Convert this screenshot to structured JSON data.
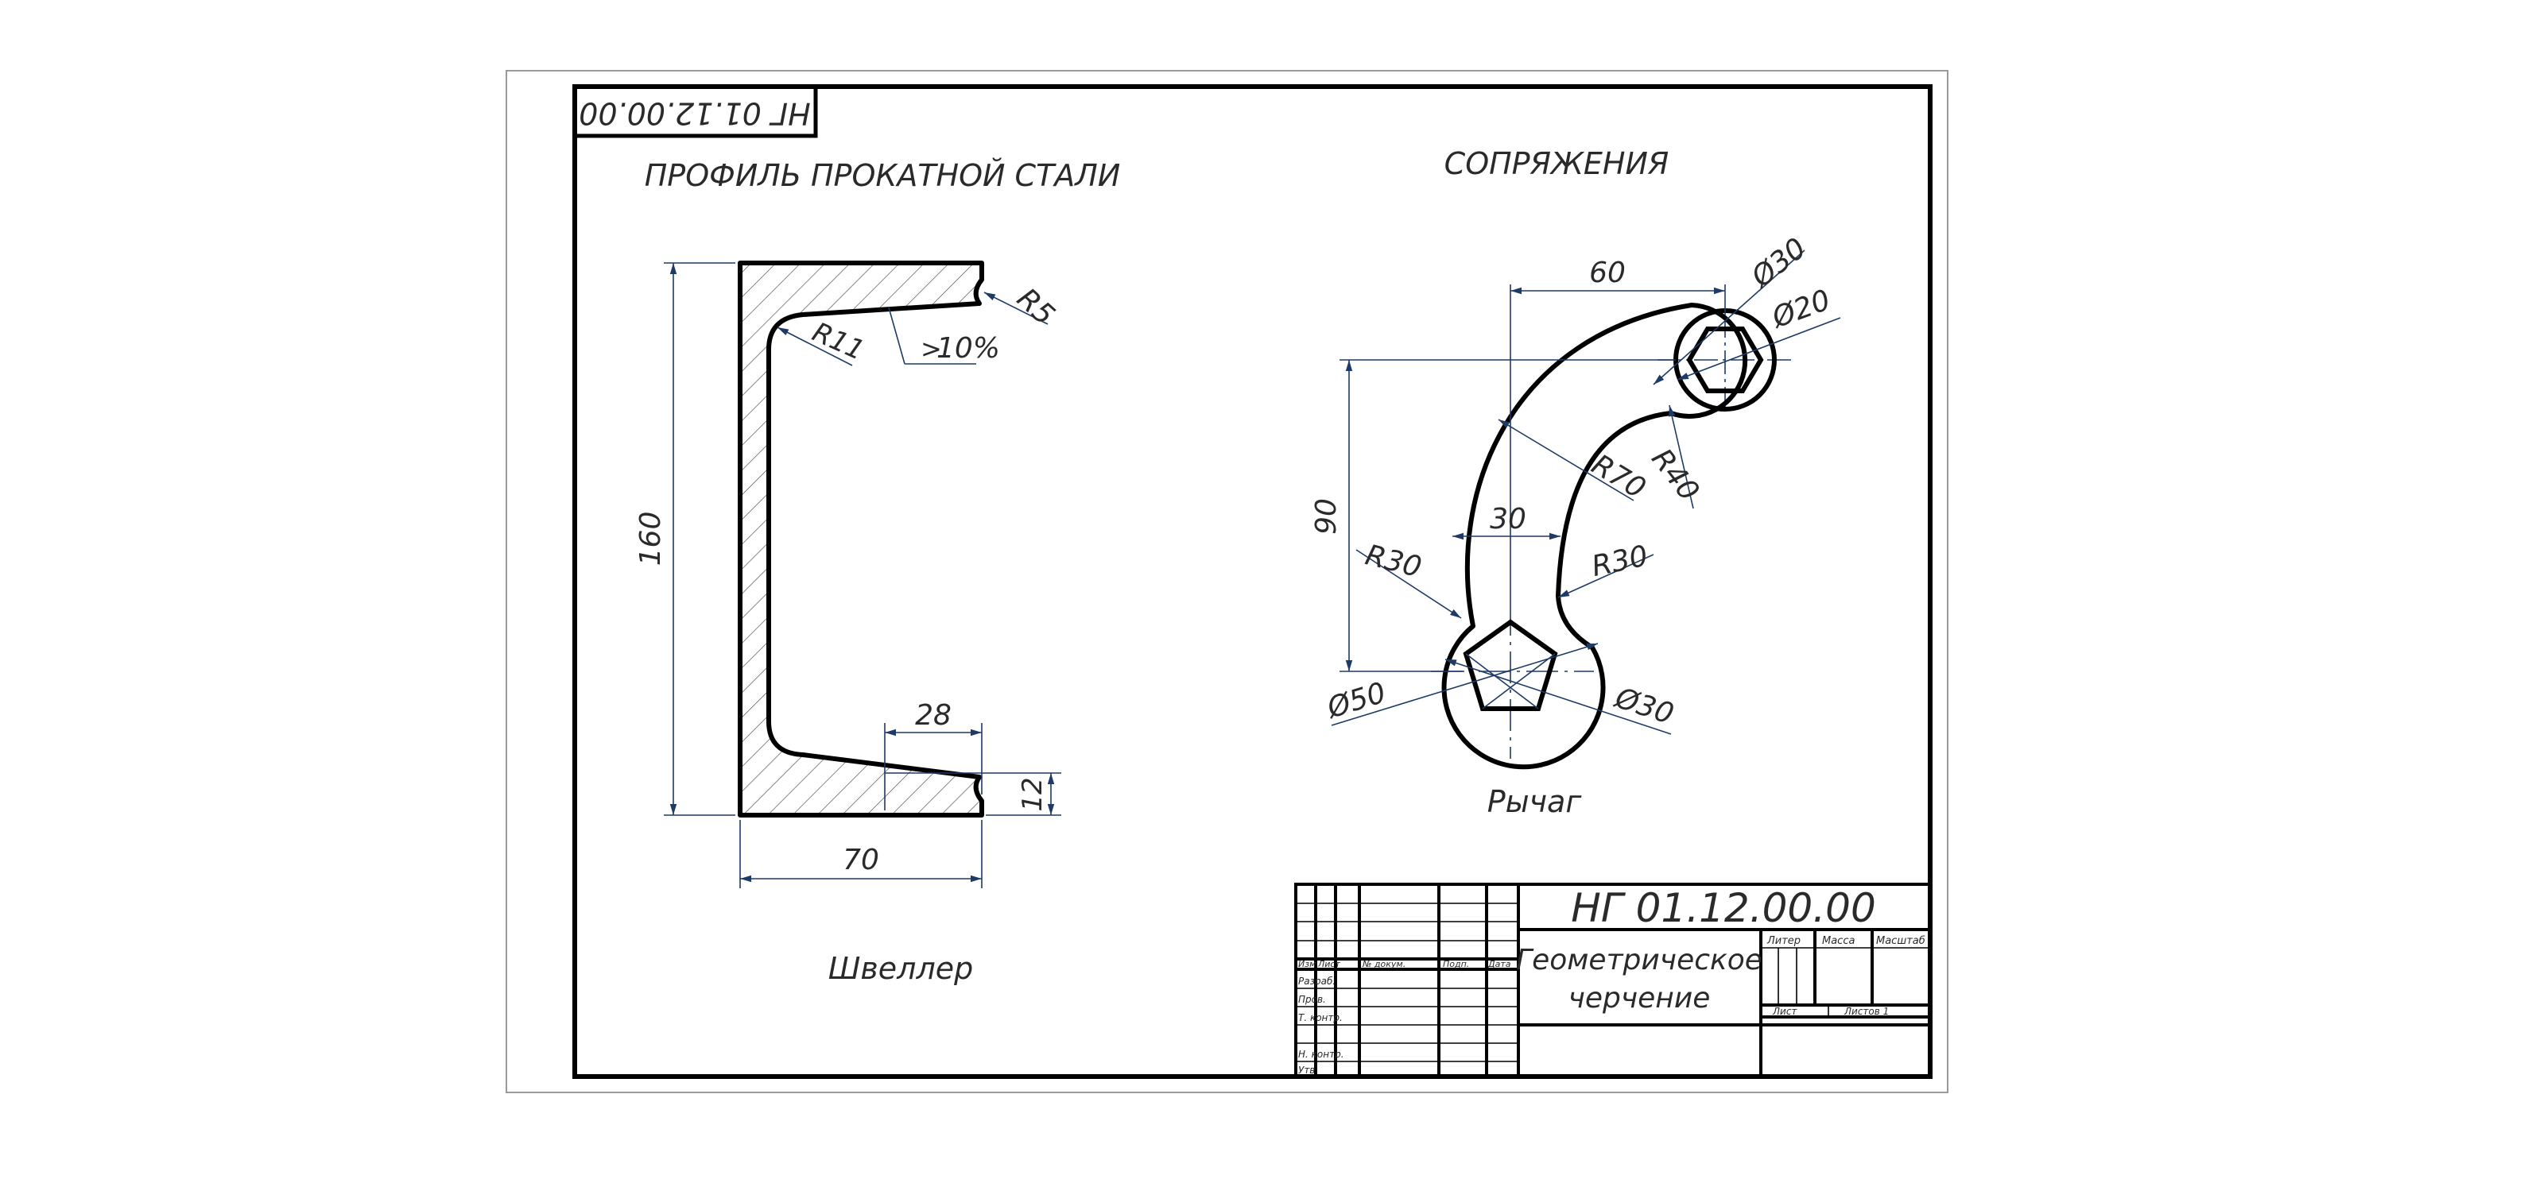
{
  "doc_code_rotated": "НГ 01.12.00.00",
  "left_section_title": "ПРОФИЛЬ ПРОКАТНОЙ СТАЛИ",
  "right_section_title": "СОПРЯЖЕНИЯ",
  "channel": {
    "caption": "Швеллер",
    "dims": {
      "height": "160",
      "width": "70",
      "flange_inner": "28",
      "flange_thickness": "12",
      "r_inner": "R11",
      "r_tip": "R5",
      "slope": "10%",
      "slope_sign": ">"
    }
  },
  "lever": {
    "caption": "Рычаг",
    "dims": {
      "d30_top": "Ø30",
      "d20_top": "Ø20",
      "center_distance_h": "60",
      "center_distance_v": "90",
      "web_width": "30",
      "r70": "R70",
      "r40": "R40",
      "r30_left": "R30",
      "r30_right": "R30",
      "d50": "Ø50",
      "d30_bottom": "Ø30"
    }
  },
  "title_block": {
    "code": "НГ 01.12.00.00",
    "name_line1": "Геометрическое",
    "name_line2": "черчение",
    "header_cols": [
      "Изм",
      "Лист",
      "№ докум.",
      "Подп.",
      "Дата"
    ],
    "row_labels": [
      "Разраб.",
      "Пров.",
      "Т. контр.",
      "",
      "Н. контр.",
      "Утв."
    ],
    "litera_label": "Литер",
    "mass_label": "Масса",
    "scale_label": "Масштаб",
    "sheet_label": "Лист",
    "sheets_label": "Листов 1"
  }
}
